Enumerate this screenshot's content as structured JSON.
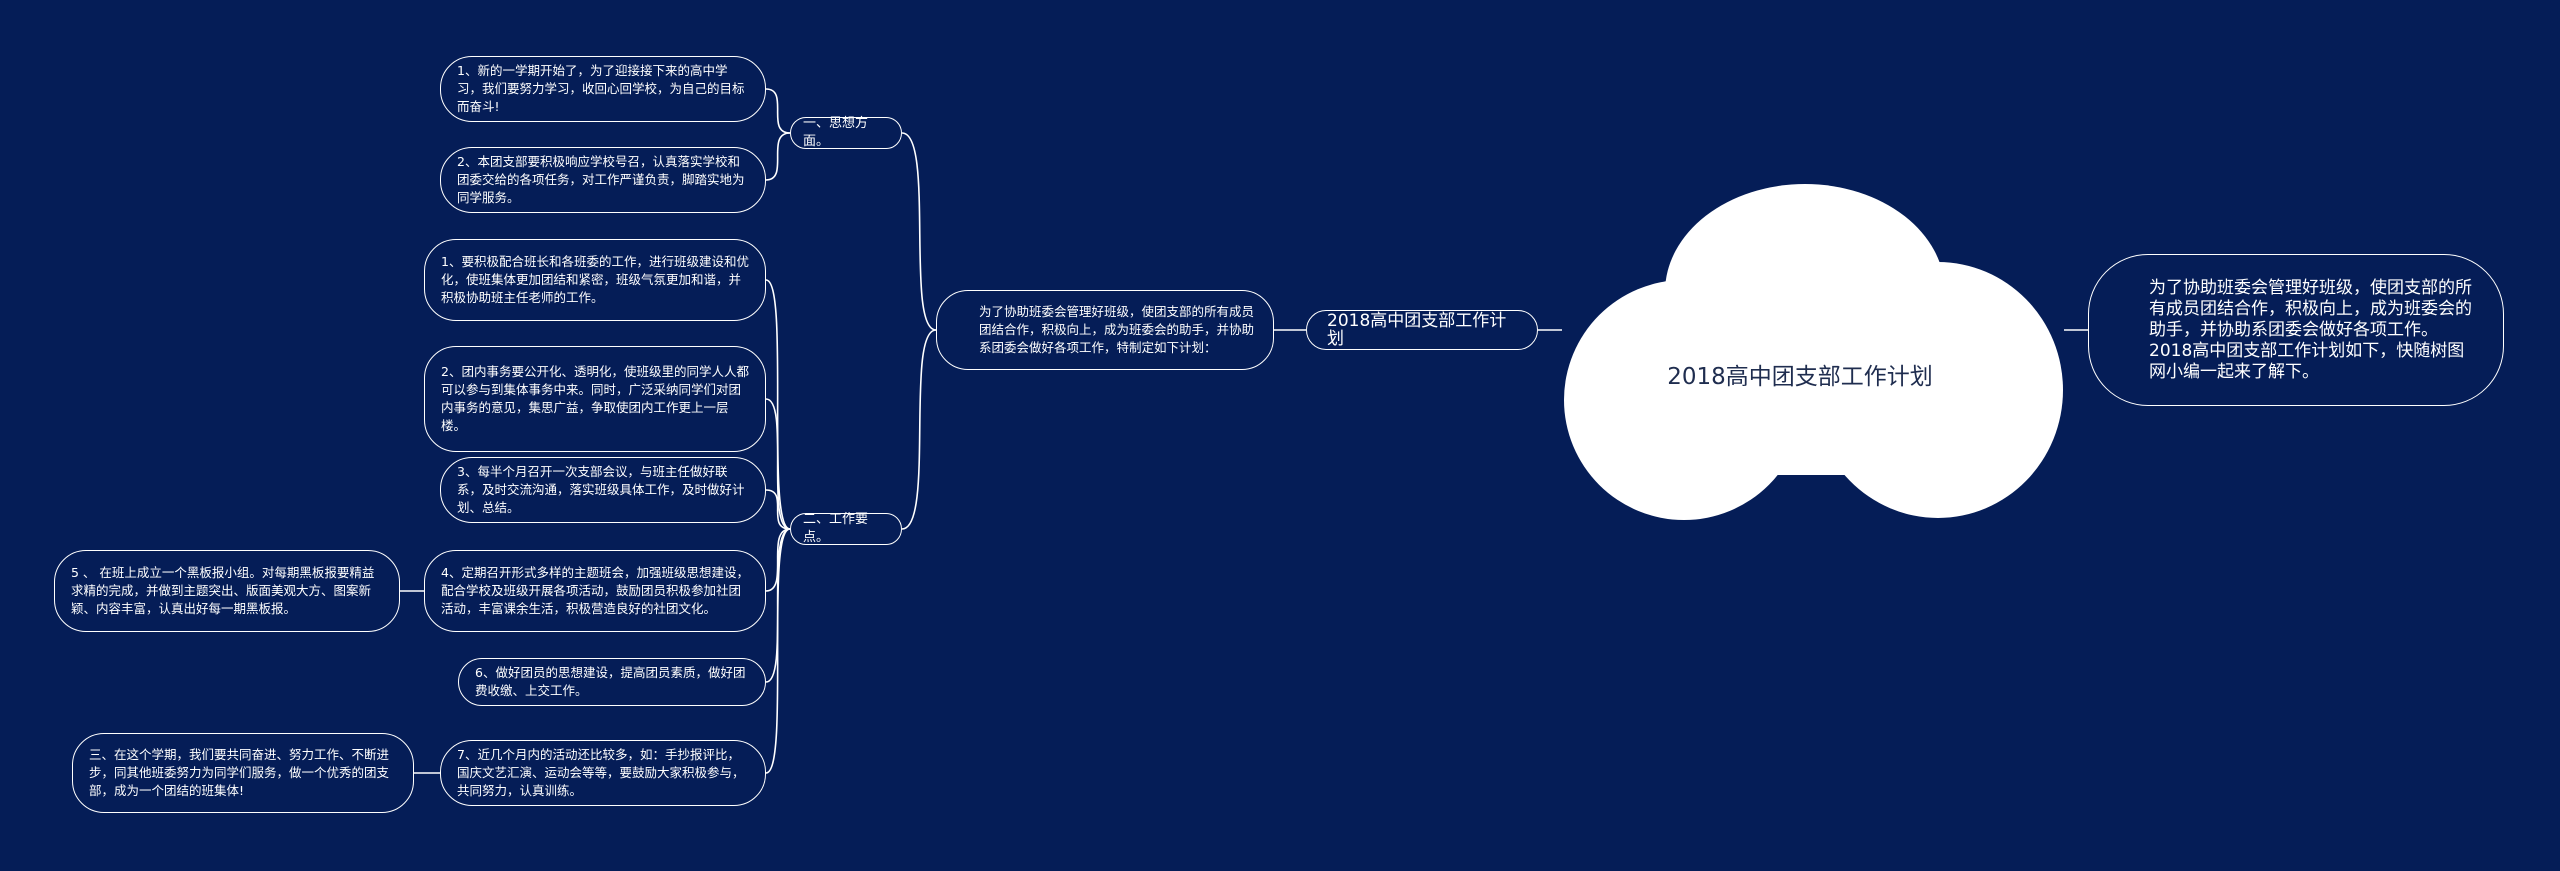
{
  "root": {
    "title": "2018高中团支部工作计划"
  },
  "summary": "为了协助班委会管理好班级，使团支部的所有成员团结合作，积极向上，成为班委会的助手，并协助系团委会做好各项工作。2018高中团支部工作计划如下，快随树图网小编一起来了解下。",
  "center_topic": "2018高中团支部工作计划",
  "intro": "为了协助班委会管理好班级，使团支部的所有成员团结合作，积极向上，成为班委会的助手，并协助系团委会做好各项工作，特制定如下计划：",
  "sections": [
    {
      "label": "一、思想方面。",
      "items": [
        "1、新的一学期开始了，为了迎接接下来的高中学习，我们要努力学习，收回心回学校，为自己的目标而奋斗!",
        "2、本团支部要积极响应学校号召，认真落实学校和团委交给的各项任务，对工作严谨负责，脚踏实地为同学服务。"
      ]
    },
    {
      "label": "二、工作要点。",
      "items": [
        "1、要积极配合班长和各班委的工作，进行班级建设和优化，使班集体更加团结和紧密，班级气氛更加和谐，并积极协助班主任老师的工作。",
        "2、团内事务要公开化、透明化，使班级里的同学人人都可以参与到集体事务中来。同时，广泛采纳同学们对团内事务的意见，集思广益，争取使团内工作更上一层楼。",
        "3、每半个月召开一次支部会议，与班主任做好联系，及时交流沟通，落实班级具体工作，及时做好计划、总结。",
        "4、定期召开形式多样的主题班会，加强班级思想建设，配合学校及班级开展各项活动，鼓励团员积极参加社团活动，丰富课余生活，积极营造良好的社团文化。",
        "6、做好团员的思想建设，提高团员素质，做好团费收缴、上交工作。",
        "7、近几个月内的活动还比较多，如：手抄报评比，国庆文艺汇演、运动会等等，要鼓励大家积极参与，共同努力，认真训练。"
      ],
      "sub_items": {
        "item4": "5 、 在班上成立一个黑板报小组。对每期黑板报要精益求精的完成，并做到主题突出、版面美观大方、图案新颖、内容丰富，认真出好每一期黑板报。",
        "item7": "三、在这个学期，我们要共同奋进、努力工作、不断进步，同其他班委努力为同学们服务，做一个优秀的团支部，成为一个团结的班集体!"
      }
    }
  ],
  "colors": {
    "background": "#051d57",
    "line": "#ffffff",
    "cloud": "#ffffff",
    "cloud_text": "#1f2d4f"
  }
}
